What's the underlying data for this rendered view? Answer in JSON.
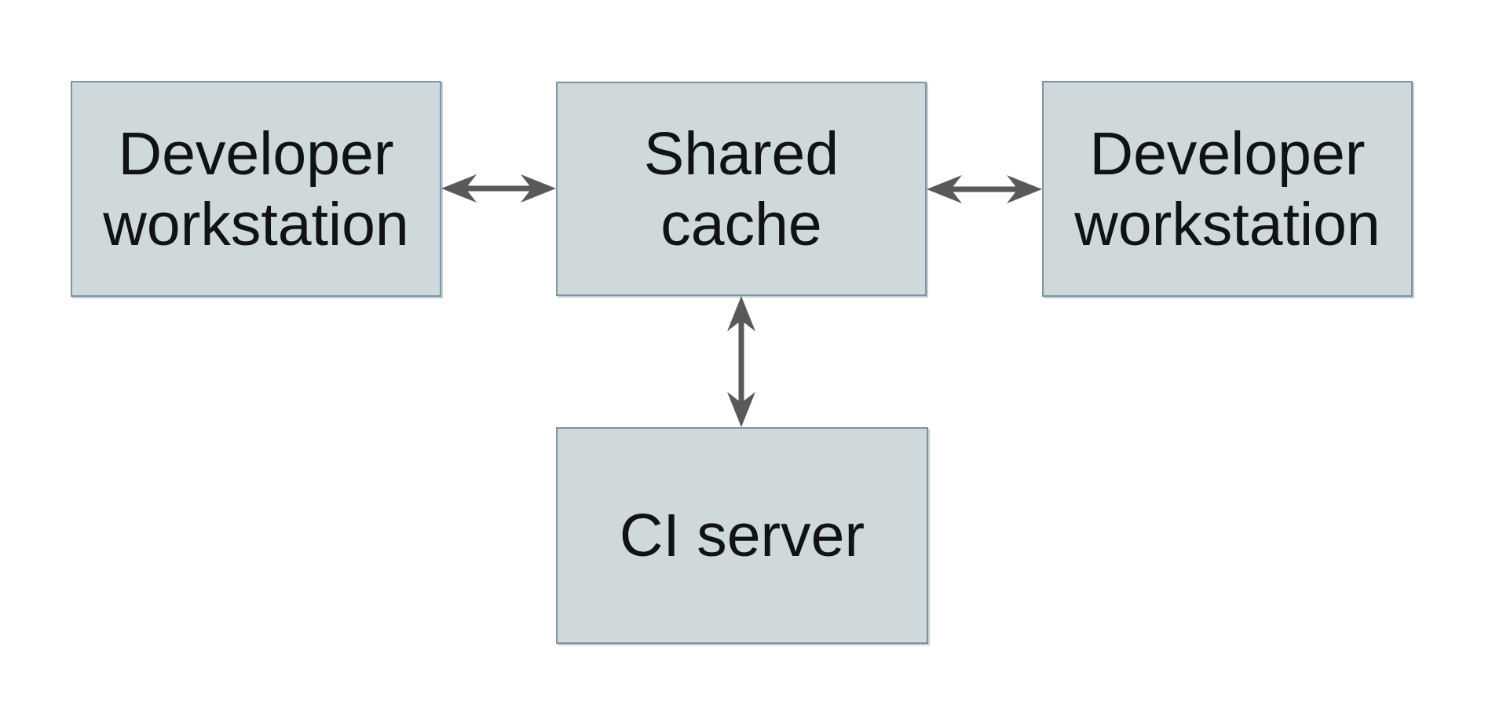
{
  "diagram": {
    "description": "Shared cache architecture diagram",
    "nodes": [
      {
        "id": "developer-workstation-left",
        "label": "Developer workstation",
        "lines": [
          "Developer",
          "workstation"
        ]
      },
      {
        "id": "shared-cache",
        "label": "Shared cache",
        "lines": [
          "Shared",
          "cache"
        ]
      },
      {
        "id": "developer-workstation-right",
        "label": "Developer workstation",
        "lines": [
          "Developer",
          "workstation"
        ]
      },
      {
        "id": "ci-server",
        "label": "CI server",
        "lines": [
          "CI server"
        ]
      }
    ],
    "edges": [
      {
        "from": "developer-workstation-left",
        "to": "shared-cache",
        "type": "bidirectional",
        "orientation": "horizontal"
      },
      {
        "from": "shared-cache",
        "to": "developer-workstation-right",
        "type": "bidirectional",
        "orientation": "horizontal"
      },
      {
        "from": "shared-cache",
        "to": "ci-server",
        "type": "bidirectional",
        "orientation": "vertical"
      }
    ]
  },
  "colors": {
    "background": "#ffffff",
    "node_fill": "#cfd8db",
    "node_border": "#7b94a1",
    "arrow": "#595959",
    "text": "#101214"
  }
}
